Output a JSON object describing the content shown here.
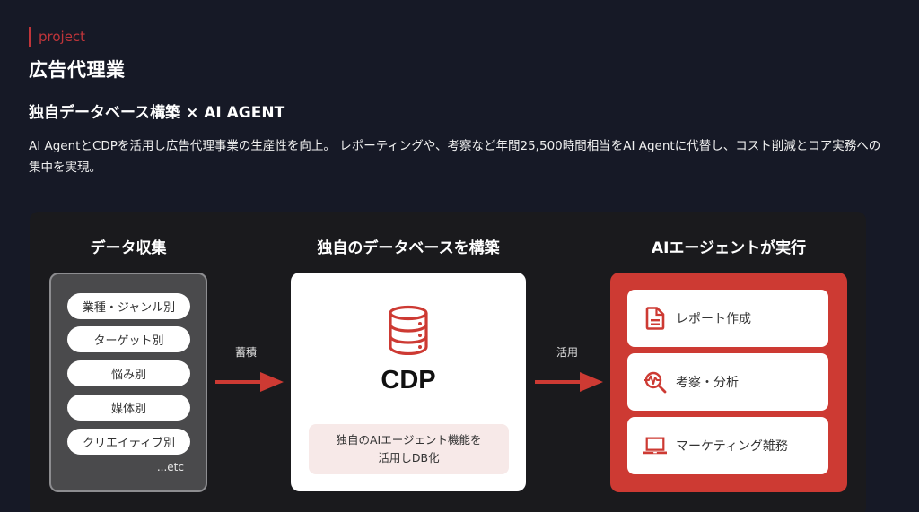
{
  "header": {
    "eyebrow": "project",
    "title": "広告代理業",
    "subtitle": "独自データベース構築 × AI AGENT",
    "description": "AI AgentとCDPを活用し広告代理事業の生産性を向上。 レポーティングや、考察など年間25,500時間相当をAI Agentに代替し、コスト削減とコア実務への集中を実現。"
  },
  "diagram": {
    "collect": {
      "title": "データ収集",
      "items": [
        "業種・ジャンル別",
        "ターゲット別",
        "悩み別",
        "媒体別",
        "クリエイティブ別"
      ],
      "etc": "...etc"
    },
    "arrow1": {
      "label": "蓄積",
      "icon": "arrow-right-icon"
    },
    "database": {
      "title": "独自のデータベースを構築",
      "icon": "database-icon",
      "name": "CDP",
      "note_line1": "独自のAIエージェント機能を",
      "note_line2": "活用しDB化"
    },
    "arrow2": {
      "label": "活用",
      "icon": "arrow-right-icon"
    },
    "agent": {
      "title": "AIエージェントが実行",
      "items": [
        {
          "label": "レポート作成",
          "icon": "document-icon"
        },
        {
          "label": "考察・分析",
          "icon": "analysis-magnifier-icon"
        },
        {
          "label": "マーケティング雑務",
          "icon": "laptop-icon"
        }
      ]
    }
  },
  "colors": {
    "accent": "#cd3a33",
    "page_bg": "#161926",
    "panel_bg": "#1a1a1d"
  }
}
